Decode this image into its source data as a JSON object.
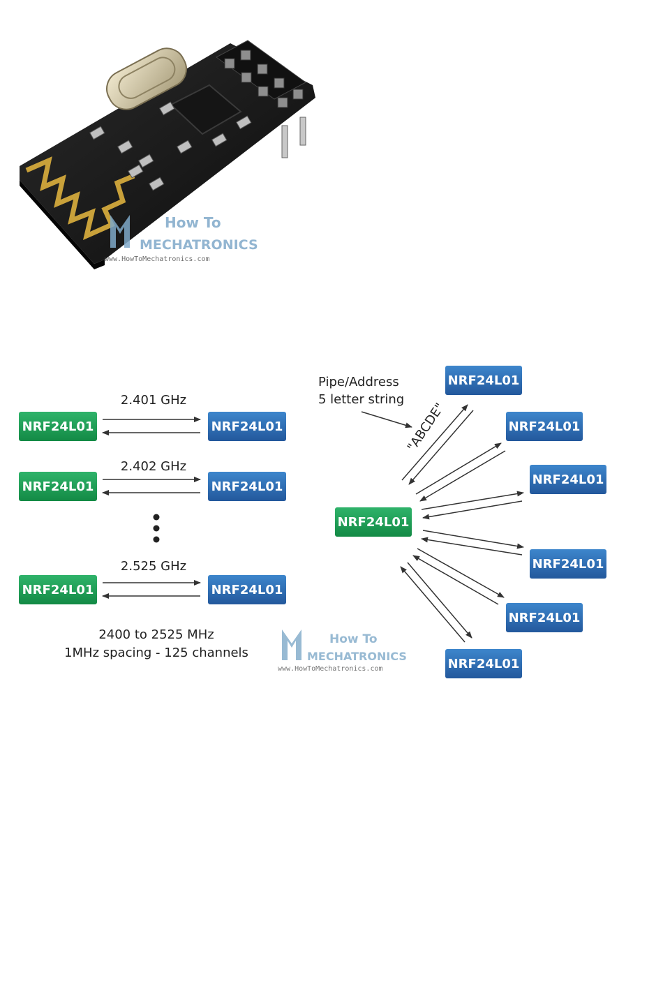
{
  "module_photo": {
    "watermark_line1": "How To",
    "watermark_line2": "MECHATRONICS",
    "watermark_url": "www.HowToMechatronics.com"
  },
  "channels_diagram": {
    "rows": [
      {
        "frequency": "2.401 GHz",
        "left_label": "NRF24L01",
        "right_label": "NRF24L01"
      },
      {
        "frequency": "2.402 GHz",
        "left_label": "NRF24L01",
        "right_label": "NRF24L01"
      },
      {
        "frequency": "2.525 GHz",
        "left_label": "NRF24L01",
        "right_label": "NRF24L01"
      }
    ],
    "caption_line1": "2400 to 2525 MHz",
    "caption_line2": "1MHz spacing - 125 channels"
  },
  "pipes_diagram": {
    "central_label": "NRF24L01",
    "pipe_note_line1": "Pipe/Address",
    "pipe_note_line2": "5 letter string",
    "address_example": "\"ABCDE\"",
    "peers": [
      "NRF24L01",
      "NRF24L01",
      "NRF24L01",
      "NRF24L01",
      "NRF24L01",
      "NRF24L01"
    ]
  },
  "watermark": {
    "line1": "How To",
    "line2": "MECHATRONICS",
    "url": "www.HowToMechatronics.com"
  },
  "colors": {
    "green_box": "#1a9850",
    "blue_box": "#2f6fb5",
    "arrow": "#333333"
  }
}
